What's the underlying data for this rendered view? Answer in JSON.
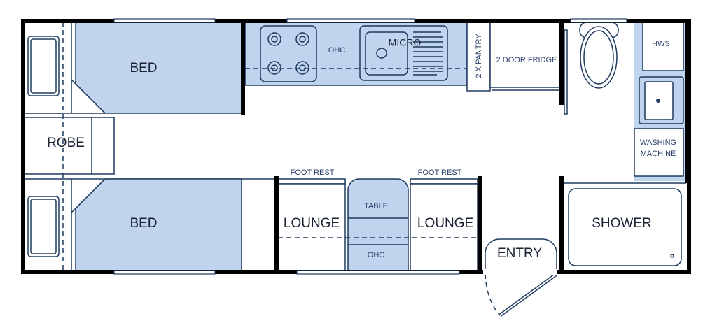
{
  "plan": {
    "labels": {
      "bed_top": "BED",
      "bed_bottom": "BED",
      "robe": "ROBE",
      "ohc_kitchen": "OHC",
      "micro": "MICRO",
      "pantry": "2 X PANTRY",
      "fridge": "2 DOOR FRIDGE",
      "hws": "HWS",
      "washing_line1": "WASHING",
      "washing_line2": "MACHINE",
      "foot_rest_left": "FOOT REST",
      "foot_rest_right": "FOOT REST",
      "lounge_left": "LOUNGE",
      "lounge_right": "LOUNGE",
      "table": "TABLE",
      "ohc_table": "OHC",
      "entry": "ENTRY",
      "shower": "SHOWER"
    },
    "colors": {
      "fill": "#c0d4ee",
      "line": "#1e3a5f",
      "wall": "#000000"
    }
  }
}
